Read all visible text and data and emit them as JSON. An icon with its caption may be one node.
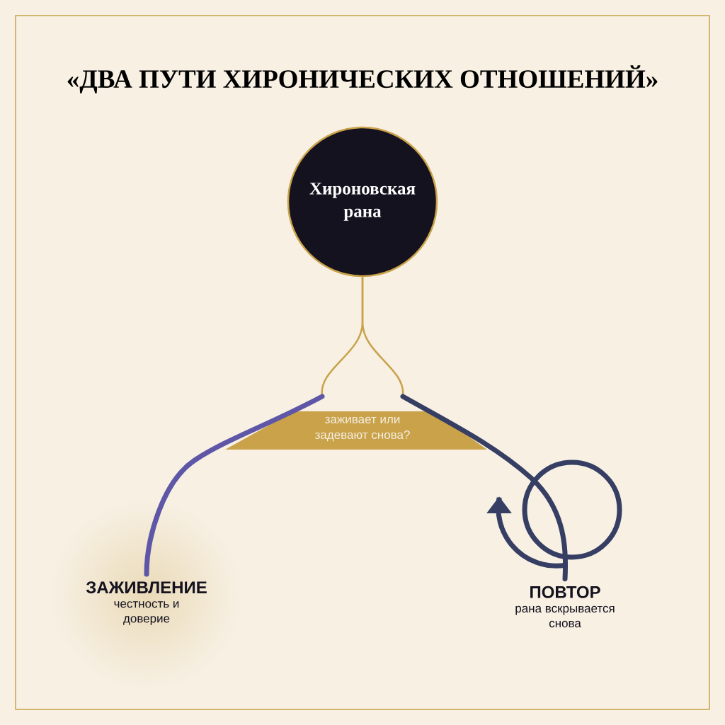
{
  "diagram": {
    "title": "«ДВА ПУТИ ХИРОНИЧЕСКИХ ОТНОШЕНИЙ»",
    "nodes": [
      {
        "text": [
          "Хироновская рана"
        ]
      },
      {
        "text": [
          "ЗАЖИВЛЕНИЕ",
          "честность и доверие"
        ]
      },
      {
        "text": [
          "ПОВТОР",
          "рана вскрывается снова"
        ]
      },
      {
        "text": [
          "заживает или задевают снова?"
        ]
      }
    ],
    "edges": [
      {
        "from": 0,
        "to": 1,
        "arrow": "none",
        "color": "#5e56a6"
      },
      {
        "from": 0,
        "to": 2,
        "arrow": "none",
        "color": "#363f63"
      }
    ]
  }
}
